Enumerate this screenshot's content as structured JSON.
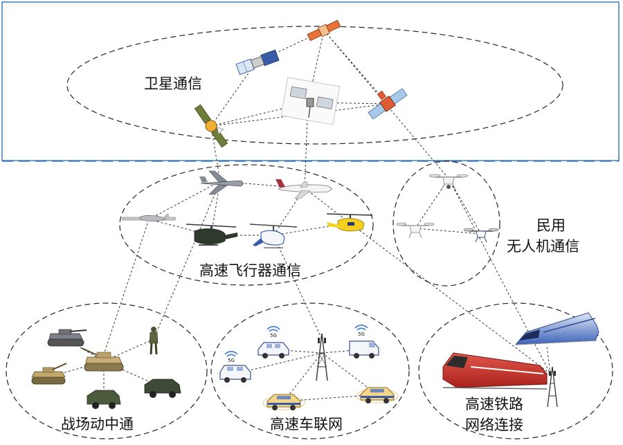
{
  "groups": {
    "satellite": "卫星通信",
    "aircraft": "高速飞行器通信",
    "drone_line1": "民用",
    "drone_line2": "无人机通信",
    "battlefield": "战场动中通",
    "vehicle": "高速车联网",
    "rail_line1": "高速铁路",
    "rail_line2": "网络连接"
  },
  "badges": {
    "fiveg": "5G"
  },
  "colors": {
    "frame": "#3e7cc0",
    "divider": "#3e7cc0",
    "dashed": "#222222"
  }
}
